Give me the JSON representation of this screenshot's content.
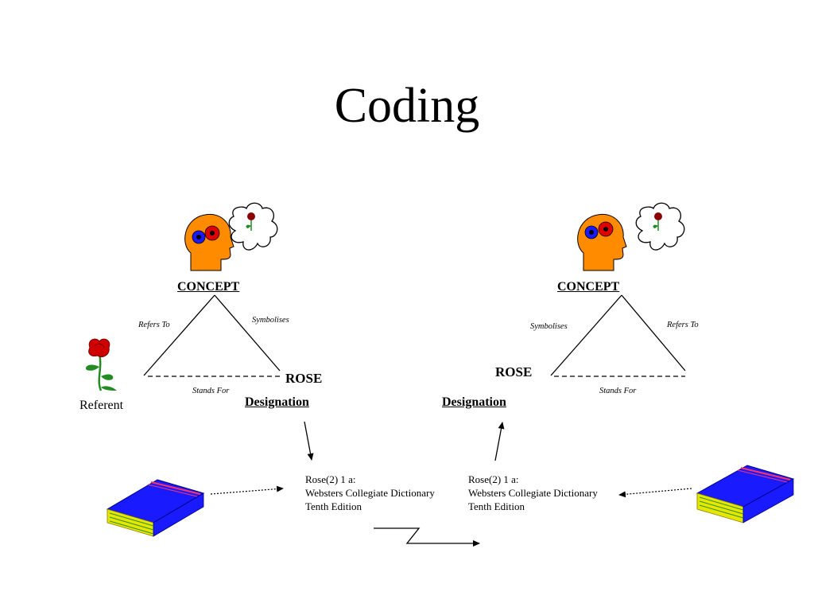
{
  "title": "Coding",
  "left": {
    "concept": "CONCEPT",
    "refers_to": "Refers To",
    "symbolises": "Symbolises",
    "stands_for": "Stands For",
    "term": "ROSE",
    "designation": "Designation",
    "referent": "Referent"
  },
  "right": {
    "concept": "CONCEPT",
    "refers_to": "Refers To",
    "symbolises": "Symbolises",
    "stands_for": "Stands For",
    "term": "ROSE",
    "designation": "Designation"
  },
  "entries": [
    {
      "lines": [
        "Rose(2) 1 a:",
        "Websters Collegiate Dictionary",
        "Tenth Edition"
      ]
    },
    {
      "lines": [
        "Rose(2) 1 a:",
        "Websters Collegiate Dictionary",
        "Tenth Edition"
      ]
    }
  ],
  "icons": [
    "head-icon",
    "thought-bubble-icon",
    "rose-icon",
    "book-icon"
  ],
  "colors": {
    "head": "#ff8c00",
    "book_cover": "#1a1aff",
    "book_pages": "#e6e600",
    "rose": "#cc0000",
    "stem": "#228b22"
  }
}
